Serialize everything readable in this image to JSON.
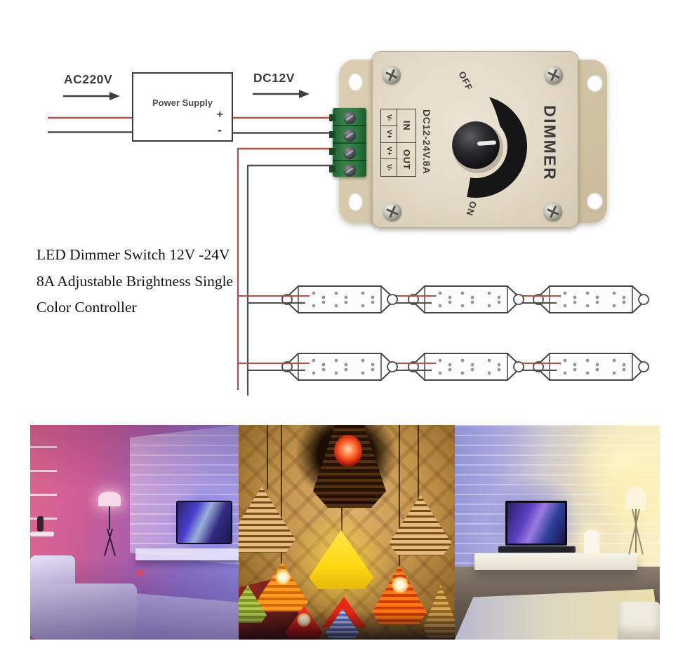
{
  "product": {
    "description_lines": [
      "LED Dimmer Switch 12V -24V",
      "8A Adjustable Brightness Single",
      "Color Controller"
    ]
  },
  "wiring": {
    "input_label": "AC220V",
    "output_label": "DC12V",
    "power_supply_label": "Power Supply",
    "plus_label": "+",
    "minus_label": "-"
  },
  "dimmer": {
    "name_label": "DIMMER",
    "rating_label": "DC12-24V.8A",
    "off_label": "OFF",
    "on_label": "ON",
    "in_label": "IN",
    "out_label": "OUT",
    "terminal_labels": [
      "V-",
      "V+",
      "V+",
      "V-"
    ]
  },
  "colors": {
    "wire_live_red": "#b5504a",
    "wire_return_red": "#96564e",
    "wire_neutral_dark": "#4f4f4f",
    "line_dark": "#3e3e3e",
    "terminal_block_green": "#2f7d3e",
    "device_body_beige": "#d8ccb2",
    "knob_black": "#1f1f23"
  }
}
